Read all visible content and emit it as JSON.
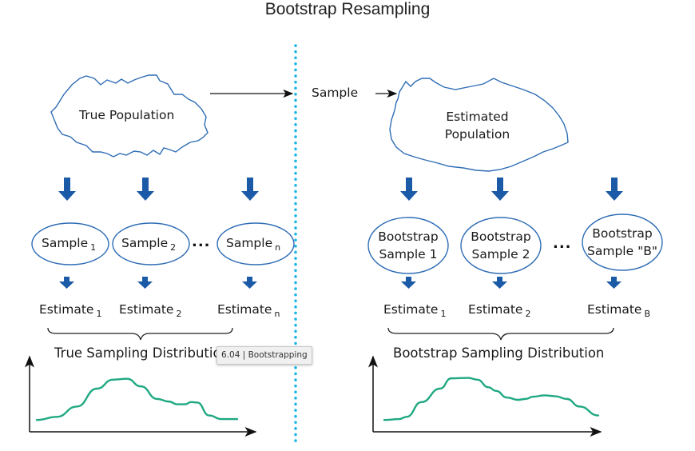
{
  "title": "Bootstrap Resampling",
  "colors": {
    "outline_blue": "#2f6db5",
    "arrow_blue": "#1a5aa6",
    "divider_cyan": "#1ab4e8",
    "curve_green": "#1fa882",
    "axis_black": "#111111"
  },
  "left": {
    "population_label": "True Population",
    "samples": [
      {
        "label": "Sample",
        "subscript": "1"
      },
      {
        "label": "Sample",
        "subscript": "2"
      },
      {
        "label": "Sample",
        "subscript": "n"
      }
    ],
    "ellipsis": "...",
    "estimates": [
      {
        "label": "Estimate",
        "subscript": "1"
      },
      {
        "label": "Estimate",
        "subscript": "2"
      },
      {
        "label": "Estimate",
        "subscript": "n"
      }
    ],
    "distribution_label": "True Sampling Distributio",
    "curve": [
      [
        0,
        0.05
      ],
      [
        0.1,
        0.12
      ],
      [
        0.2,
        0.35
      ],
      [
        0.3,
        0.75
      ],
      [
        0.38,
        0.95
      ],
      [
        0.45,
        0.97
      ],
      [
        0.52,
        0.8
      ],
      [
        0.6,
        0.52
      ],
      [
        0.66,
        0.46
      ],
      [
        0.7,
        0.4
      ],
      [
        0.74,
        0.4
      ],
      [
        0.77,
        0.45
      ],
      [
        0.8,
        0.44
      ],
      [
        0.86,
        0.15
      ],
      [
        0.92,
        0.07
      ],
      [
        1,
        0.07
      ]
    ]
  },
  "right": {
    "sample_label": "Sample",
    "population_label_line1": "Estimated",
    "population_label_line2": "Population",
    "samples": [
      {
        "line1": "Bootstrap",
        "line2": "Sample 1"
      },
      {
        "line1": "Bootstrap",
        "line2": "Sample 2"
      },
      {
        "line1": "Bootstrap",
        "line2": "Sample \"B\""
      }
    ],
    "ellipsis": "...",
    "estimates": [
      {
        "label": "Estimate",
        "subscript": "1"
      },
      {
        "label": "Estimate",
        "subscript": "2"
      },
      {
        "label": "Estimate",
        "subscript": "B"
      }
    ],
    "distribution_label": "Bootstrap Sampling Distribution",
    "curve": [
      [
        0,
        0.05
      ],
      [
        0.08,
        0.07
      ],
      [
        0.12,
        0.12
      ],
      [
        0.2,
        0.45
      ],
      [
        0.3,
        0.75
      ],
      [
        0.36,
        0.98
      ],
      [
        0.45,
        0.99
      ],
      [
        0.5,
        0.95
      ],
      [
        0.56,
        0.78
      ],
      [
        0.6,
        0.7
      ],
      [
        0.66,
        0.55
      ],
      [
        0.72,
        0.5
      ],
      [
        0.76,
        0.52
      ],
      [
        0.8,
        0.57
      ],
      [
        0.86,
        0.6
      ],
      [
        0.92,
        0.58
      ],
      [
        0.98,
        0.52
      ],
      [
        1.05,
        0.35
      ],
      [
        1.15,
        0.15
      ]
    ]
  },
  "tooltip": "6.04 | Bootstrapping"
}
